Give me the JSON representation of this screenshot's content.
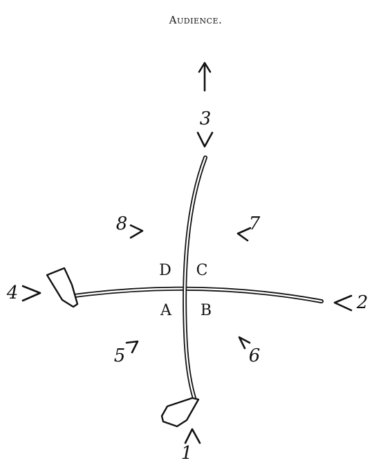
{
  "title": "Audience.",
  "quadrants": {
    "a": "A",
    "b": "B",
    "c": "C",
    "d": "D"
  },
  "positions": {
    "p1": "1",
    "p2": "2",
    "p3": "3",
    "p4": "4",
    "p5": "5",
    "p6": "6",
    "p7": "7",
    "p8": "8"
  }
}
